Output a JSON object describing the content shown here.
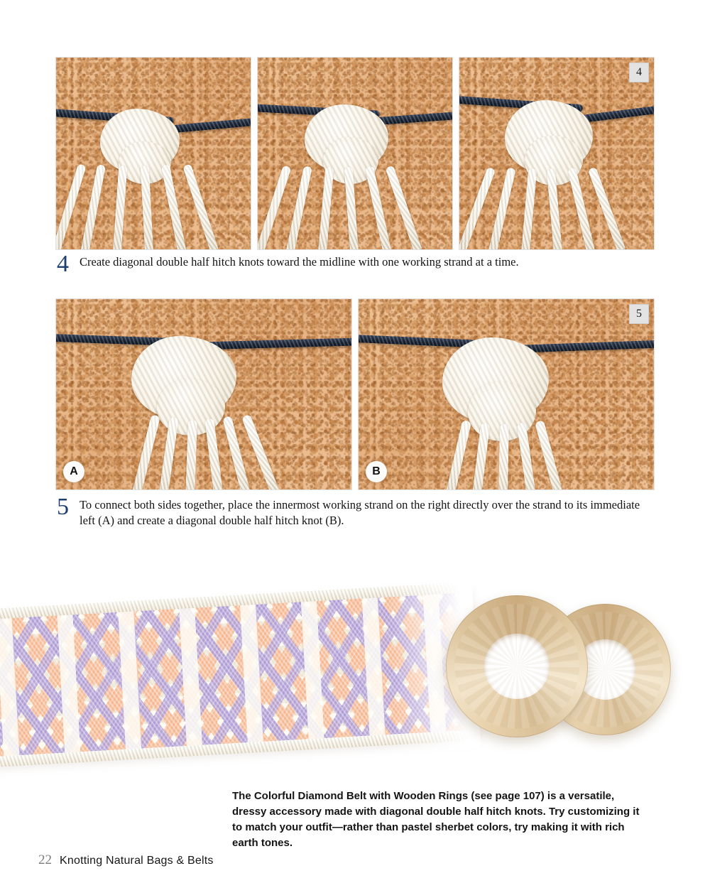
{
  "page": {
    "number": "22",
    "book_title": "Knotting Natural Bags & Belts"
  },
  "steps": [
    {
      "number": "4",
      "badge": "4",
      "text": "Create diagonal double half hitch knots toward the midline with one working strand at a time.",
      "photo_count": 3,
      "photo_alt": "Macrame diagonal double half hitch knots in progress on cork board with navy anchor cord and cream working strands"
    },
    {
      "number": "5",
      "badge": "5",
      "text": "To connect both sides together, place the innermost working strand on the right directly over the strand to its immediate left (A) and create a diagonal double half hitch knot (B).",
      "photo_count": 2,
      "photo_alt": "Two close-up photos showing joining the two sides of the macrame diamond",
      "letter_badges": [
        "A",
        "B"
      ]
    }
  ],
  "hero": {
    "caption": "The Colorful Diamond Belt with Wooden Rings (see page 107) is a versatile, dressy accessory made with diagonal double half hitch knots. Try customizing it to match your outfit—rather than pastel sherbet colors, try making it with rich earth tones.",
    "alt": "Colorful Diamond Belt made in lavender, peach and cream cord, fastened through two wooden rings"
  },
  "colors": {
    "step_number_blue": "#1d3f72",
    "cork_board": "#e9bb8b",
    "navy_cord": "#1d2738",
    "cream_cord": "#fffdf6",
    "belt_lavender": "#b0a0d8",
    "belt_peach": "#f6ba98",
    "belt_cream": "#fdfaf1",
    "wooden_ring": "#e9d3ae",
    "page_number_gray": "#7c7c7c",
    "badge_gray": "#e3e3e3"
  }
}
